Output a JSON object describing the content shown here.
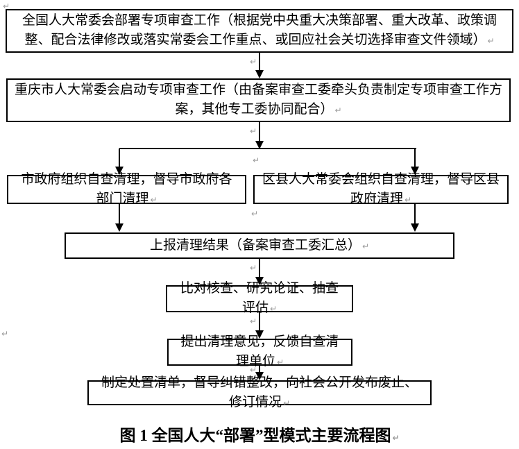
{
  "page": {
    "background_color": "#ffffff",
    "border_color": "#000000",
    "paragraph_mark_color": "#9a9a9a"
  },
  "flowchart": {
    "pilcrow": "↵",
    "nodes": [
      {
        "text": "全国人大常委会部署专项审查工作（根据党中央重大决策部署、重大改革、政策调整、配合法律修改或落实常委会工作重点、或回应社会关切选择审查文件领域）"
      },
      {
        "text": "重庆市人大常委会启动专项审查工作（由备案审查工委牵头负责制定专项审查工作方案，其他专工委协同配合）"
      },
      {
        "text": "市政府组织自查清理，督导市政府各部门清理"
      },
      {
        "text": "区县人大常委会组织自查清理，督导区县政府清理"
      },
      {
        "text": "上报清理结果（备案审查工委汇总）"
      },
      {
        "text": "比对核查、研究论证、抽查评估"
      },
      {
        "text": "提出清理意见，反馈自查清理单位"
      },
      {
        "text": "制定处置清单，督导纠错整改，向社会公开发布废止、修订情况"
      }
    ],
    "caption": "图 1 全国人大“部署”型模式主要流程图"
  }
}
